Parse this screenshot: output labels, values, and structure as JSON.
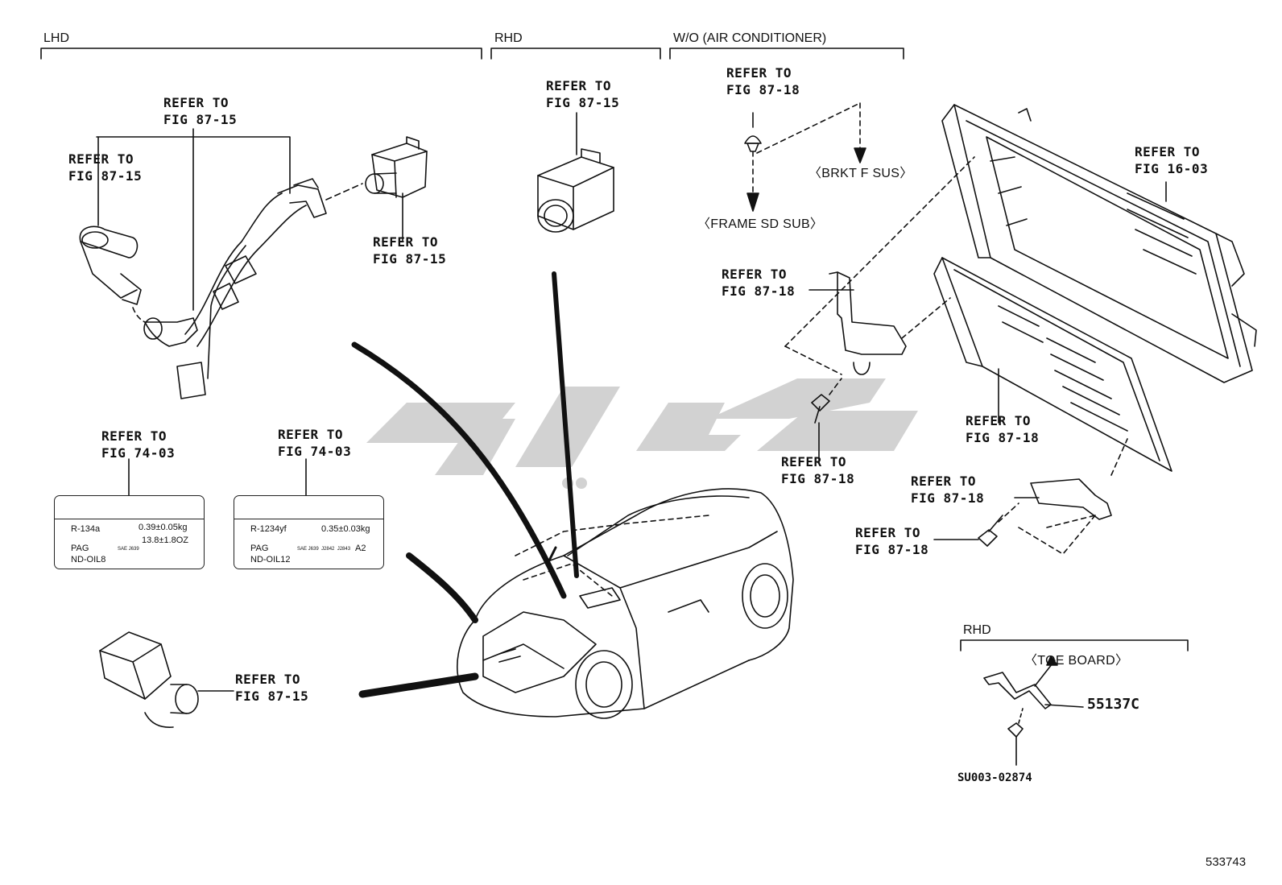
{
  "sections": {
    "lhd": "LHD",
    "rhd": "RHD",
    "wo_ac": "W/O (AIR CONDITIONER)",
    "rhd_bottom": "RHD"
  },
  "refs": {
    "r1": [
      "REFER TO",
      "FIG 87-15"
    ],
    "r2": [
      "REFER TO",
      "FIG 87-15"
    ],
    "r3": [
      "REFER TO",
      "FIG 87-15"
    ],
    "r4": [
      "REFER TO",
      "FIG 87-15"
    ],
    "r5": [
      "REFER TO",
      "FIG 87-18"
    ],
    "r6": [
      "REFER TO",
      "FIG 16-03"
    ],
    "r7": [
      "REFER TO",
      "FIG 87-18"
    ],
    "r8": [
      "REFER TO",
      "FIG 87-18"
    ],
    "r9": [
      "REFER TO",
      "FIG 87-18"
    ],
    "r10": [
      "REFER TO",
      "FIG 87-18"
    ],
    "r11": [
      "REFER TO",
      "FIG 87-18"
    ],
    "r12": [
      "REFER TO",
      "FIG 74-03"
    ],
    "r13": [
      "REFER TO",
      "FIG 74-03"
    ],
    "r14": [
      "REFER TO",
      "FIG 87-15"
    ]
  },
  "notes": {
    "brkt": "〈BRKT F SUS〉",
    "frame": "〈FRAME SD SUB〉",
    "toe": "〈TOE BOARD〉"
  },
  "labels": {
    "left": {
      "refrigerant": "R-134a",
      "amount1": "0.39±0.05kg",
      "amount2": "13.8±1.8OZ",
      "oil": "PAG",
      "oil_code": "ND-OIL8",
      "fine": "SAE J639"
    },
    "right": {
      "refrigerant": "R-1234yf",
      "amount1": "0.35±0.03kg",
      "oil": "PAG",
      "oil_code": "ND-OIL12",
      "fine": "SAE J639  J2842  J2843",
      "fine2": "A2"
    }
  },
  "parts": {
    "main": "55137C",
    "screw": "SU003-02874"
  },
  "figure_id": "533743",
  "colors": {
    "line": "#111111",
    "watermark": "#cfcfcf"
  }
}
